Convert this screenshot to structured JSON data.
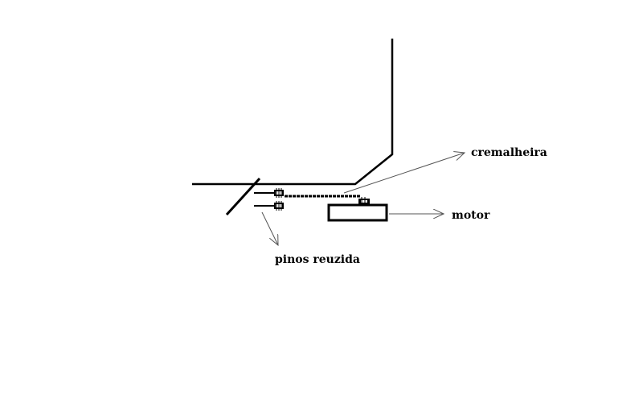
{
  "labels": {
    "rack": "cremalheira",
    "motor": "motor",
    "pins": "pinos reuzida"
  },
  "colors": {
    "background": "#ffffff",
    "ink": "#000000",
    "pointer": "#555555"
  }
}
